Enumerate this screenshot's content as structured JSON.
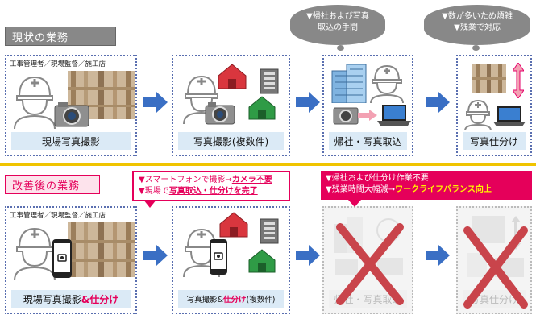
{
  "headers": {
    "current": "現状の業務",
    "improved": "改善後の業務"
  },
  "roles": {
    "top": "工事管理者／現場監督／施工店",
    "bottom": "工事管理者／現場監督／施工店"
  },
  "top_row": [
    {
      "label": "現場写真撮影"
    },
    {
      "label": "写真撮影(複数件)"
    },
    {
      "label": "帰社・写真取込"
    },
    {
      "label": "写真仕分け"
    }
  ],
  "bottom_row": [
    {
      "label_main": "現場写真撮影",
      "label_red": "&仕分け"
    },
    {
      "label_main": "写真撮影&",
      "label_red": "仕分け",
      "label_tail": "(複数件)"
    },
    {
      "label": "帰社・写真取込"
    },
    {
      "label": "写真仕分け"
    }
  ],
  "bubbles": {
    "b1_line1": "▼帰社および写真",
    "b1_line2": "取込の手間",
    "b2_line1": "▼数が多いため煩雑",
    "b2_line2": "▼残業で対応"
  },
  "notes": {
    "left_line1_pre": "▼スマートフォンで撮影→",
    "left_line1_hl": "カメラ不要",
    "left_line2_pre": "▼現場で",
    "left_line2_hl": "写真取込・仕分けを完了",
    "right_line1": "▼帰社および仕分け作業不要",
    "right_line2_pre": "▼残業時間大幅減→",
    "right_line2_hl": "ワークライフバランス向上"
  },
  "colors": {
    "accent": "#e5005a",
    "arrow": "#3a6fc4",
    "divider": "#f0c400",
    "border": "#5a6fb0"
  }
}
